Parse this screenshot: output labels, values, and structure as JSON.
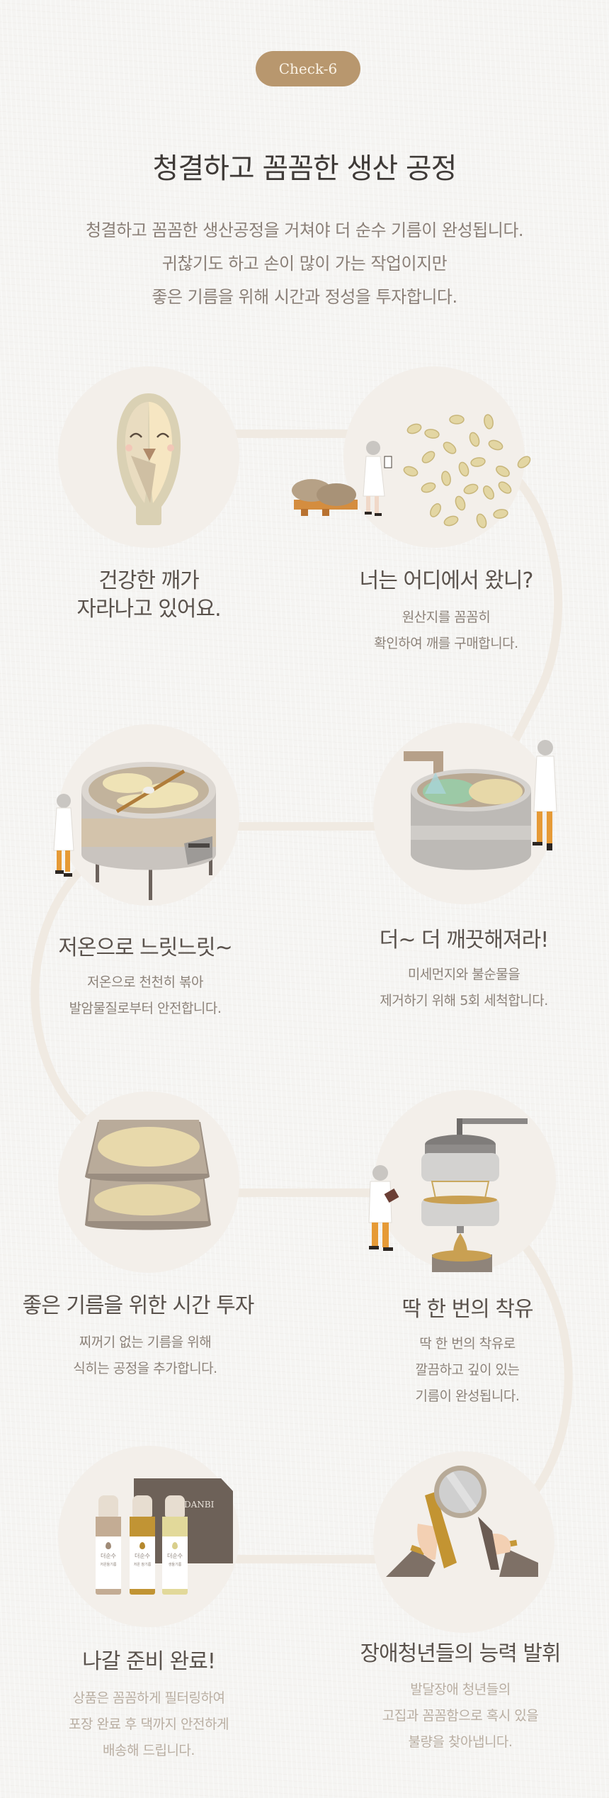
{
  "badge": {
    "label": "Check-6"
  },
  "header": {
    "title": "청결하고 꼼꼼한 생산 공정",
    "intro_lines": [
      "청결하고 꼼꼼한 생산공정을 거쳐야 더 순수 기름이 완성됩니다.",
      "귀찮기도 하고 손이 많이 가는 작업이지만",
      "좋은 기름을 위해 시간과 정성을 투자합니다."
    ]
  },
  "steps": [
    {
      "icon": "smiling-sesame-seed-icon",
      "title_lines": [
        "건강한 깨가",
        "자라나고 있어요."
      ],
      "desc_lines": []
    },
    {
      "icon": "sesame-seeds-inspection-icon",
      "title_lines": [
        "너는 어디에서 왔니?"
      ],
      "desc_lines": [
        "원산지를 꼼꼼히",
        "확인하여 깨를 구매합니다."
      ]
    },
    {
      "icon": "roasting-machine-icon",
      "title_lines": [
        "저온으로 느릿느릿~"
      ],
      "desc_lines": [
        "저온으로 천천히 볶아",
        "발암물질로부터 안전합니다."
      ]
    },
    {
      "icon": "washing-tub-icon",
      "title_lines": [
        "더~ 더 깨끗해져라!"
      ],
      "desc_lines": [
        "미세먼지와 불순물을",
        "제거하기 위해 5회 세척합니다."
      ]
    },
    {
      "icon": "drying-trays-icon",
      "title_lines": [
        "좋은 기름을 위한 시간 투자"
      ],
      "desc_lines": [
        "찌꺼기 없는 기름을 위해",
        "식히는 공정을 추가합니다."
      ]
    },
    {
      "icon": "oil-press-icon",
      "title_lines": [
        "딱 한 번의 착유"
      ],
      "desc_lines": [
        "딱 한 번의 착유로",
        "깔끔하고 깊이 있는",
        "기름이 완성됩니다."
      ]
    },
    {
      "icon": "packaged-bottles-icon",
      "title_lines": [
        "나갈 준비 완료!"
      ],
      "desc_lines": [
        "상품은 꼼꼼하게 필터링하여",
        "포장 완료 후 댁까지 안전하게",
        "배송해 드립니다."
      ]
    },
    {
      "icon": "magnifying-glass-inspection-icon",
      "title_lines": [
        "장애청년들의 능력 발휘"
      ],
      "desc_lines": [
        "발달장애 청년들의",
        "고집과 꼼꼼함으로 혹시 있을",
        "불량을 찾아냅니다."
      ]
    }
  ],
  "packaging": {
    "box_brand": "DANBI",
    "bottles": [
      {
        "name": "더순수",
        "type": "저온들기름"
      },
      {
        "name": "더순수",
        "type": "저온 참기름"
      },
      {
        "name": "더순수",
        "type": "생들기름"
      }
    ]
  },
  "colors": {
    "badge": "#b8976e",
    "title": "#3f3a37",
    "intro_text": "#8a7f77",
    "step_title": "#5a524c",
    "step_desc": "#8c8279",
    "step_desc_light": "#b9aea2",
    "circle_fill": "#f3efea",
    "path": "#f0eae2",
    "background": "#f5f4f2"
  }
}
